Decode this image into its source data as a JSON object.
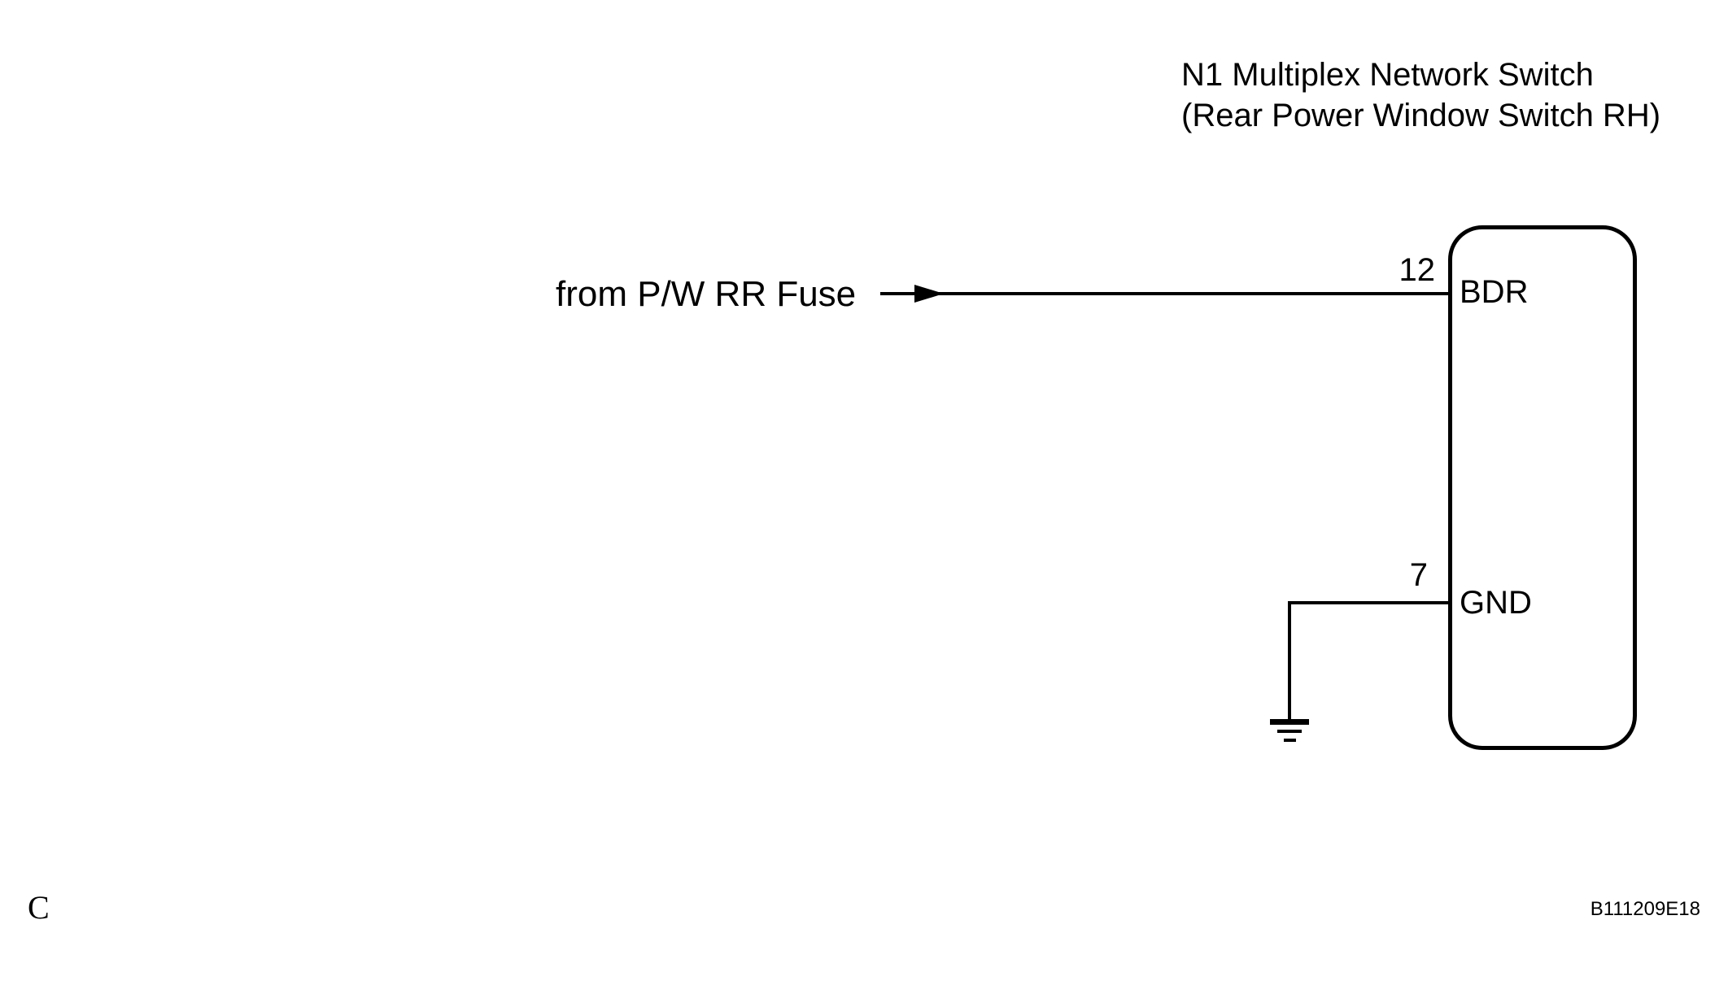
{
  "diagram": {
    "title_line1": "N1 Multiplex Network Switch",
    "title_line2": "(Rear Power Window Switch RH)",
    "source_label": "from P/W RR Fuse",
    "pins": [
      {
        "number": "12",
        "name": "BDR"
      },
      {
        "number": "7",
        "name": "GND"
      }
    ],
    "icons": {
      "flow_arrow": "right-arrowhead (solid black triangle on wire)",
      "ground": "ground-symbol (three stacked horizontal bars)"
    },
    "colors": {
      "line": "#000000",
      "text": "#000000",
      "background": "#ffffff"
    },
    "footer": {
      "page_letter": "C",
      "figure_code": "B111209E18"
    }
  }
}
